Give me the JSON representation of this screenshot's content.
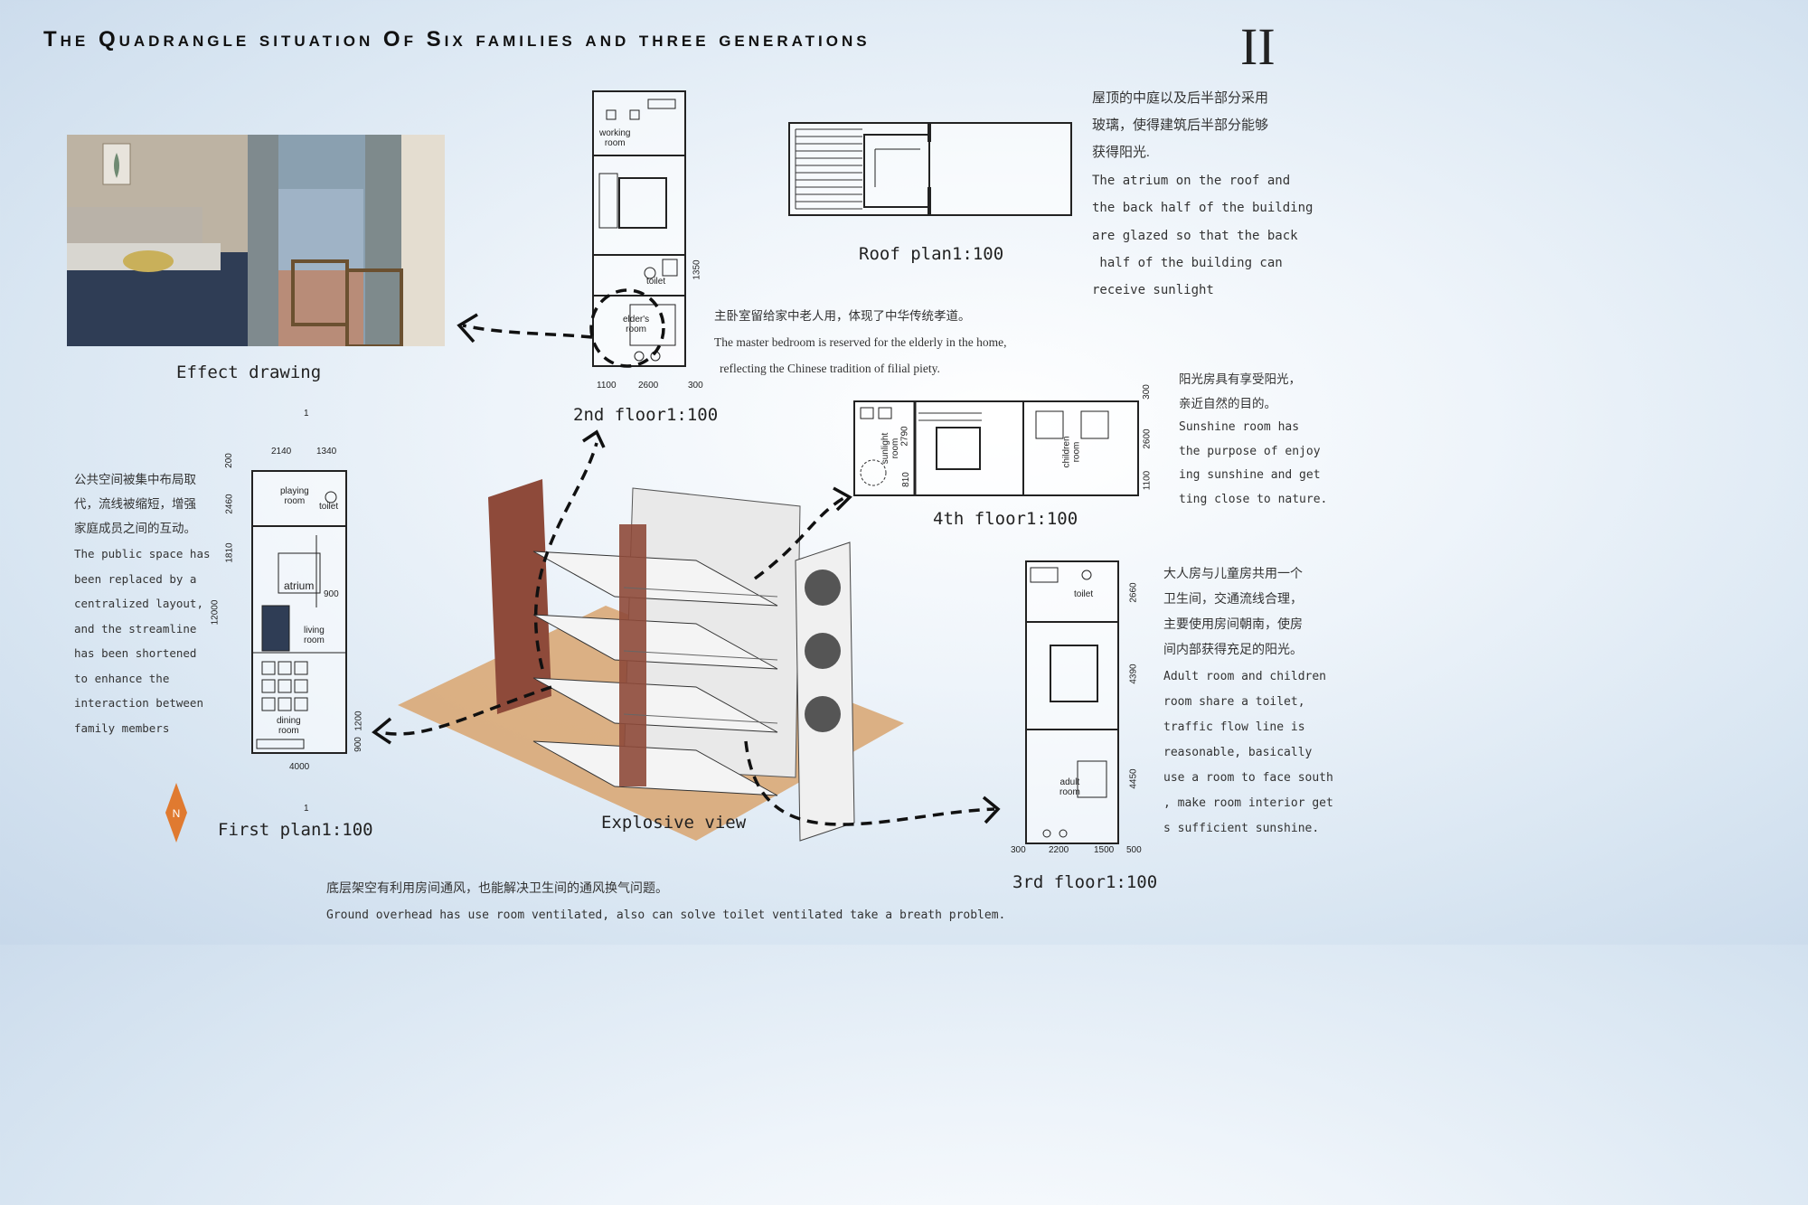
{
  "title": "The Quadrangle situation Of Six families and three generations",
  "page_number": "II",
  "captions": {
    "effect": "Effect drawing",
    "second_floor": "2nd floor1:100",
    "roof": "Roof plan1:100",
    "fourth_floor": "4th floor1:100",
    "first_plan": "First plan1:100",
    "explosive": "Explosive view",
    "third_floor": "3rd floor1:100"
  },
  "notes": {
    "roof_cn": "屋顶的中庭以及后半部分采用\n玻璃，使得建筑后半部分能够\n获得阳光.",
    "roof_en": "The atrium on the roof and\nthe back half of the building\nare glazed so that the back\n half of the building can\nreceive sunlight",
    "master_cn": "主卧室留给家中老人用，体现了中华传统孝道。",
    "master_en1": "The master bedroom is reserved for the elderly in the home,",
    "master_en2": "reflecting the Chinese tradition of filial piety.",
    "sun_cn": "阳光房具有享受阳光，\n亲近自然的目的。",
    "sun_en": "Sunshine room has\nthe purpose of enjoy\ning sunshine and get\nting close to nature.",
    "public_cn": "公共空间被集中布局取\n代，流线被缩短，增强\n家庭成员之间的互动。",
    "public_en": "The public space has\nbeen replaced by a\ncentralized layout,\nand the streamline\nhas been shortened\nto enhance the\ninteraction between\nfamily members",
    "adult_cn": "大人房与儿童房共用一个\n卫生间，交通流线合理，\n主要使用房间朝南，使房\n间内部获得充足的阳光。",
    "adult_en": "Adult room and children\nroom share a toilet,\ntraffic flow line is\nreasonable, basically\nuse a room to face south\n, make room interior get\ns sufficient sunshine.",
    "ground_cn": "底层架空有利用房间通风，也能解决卫生间的通风换气问题。",
    "ground_en": "Ground overhead has use room ventilated, also can solve toilet ventilated take a breath problem."
  },
  "plan_labels": {
    "working_room": "working\nroom",
    "toilet": "toilet",
    "elders_room": "elder's\nroom",
    "playing_room": "playing\nroom",
    "toilet_1f": "toilet",
    "atrium": "atrium",
    "living_room": "living\nroom",
    "dining_room": "dining\nroom",
    "sunlight_room": "sunlight\nroom",
    "children_room": "children\nroom",
    "toilet_3f": "toilet",
    "adult_room": "adult\nroom"
  },
  "dimensions": {
    "second": [
      "1100",
      "2600",
      "300",
      "1350"
    ],
    "first_top": [
      "2140",
      "1340"
    ],
    "first_left": [
      "200",
      "2460",
      "1810",
      "12000"
    ],
    "first_right": [
      "900",
      "1200",
      "900"
    ],
    "first_bottom": "4000",
    "section_mark": "1",
    "fourth_right": [
      "300",
      "2600",
      "1100"
    ],
    "fourth_inner": [
      "2790",
      "810"
    ],
    "third_right": [
      "2660",
      "4390",
      "4450"
    ],
    "third_bottom": [
      "300",
      "2200",
      "1500",
      "500"
    ]
  },
  "colors": {
    "background": "#dbe7f3",
    "ground": "#d9a877",
    "brick": "#8e4a3a",
    "compass": "#e07a30"
  }
}
